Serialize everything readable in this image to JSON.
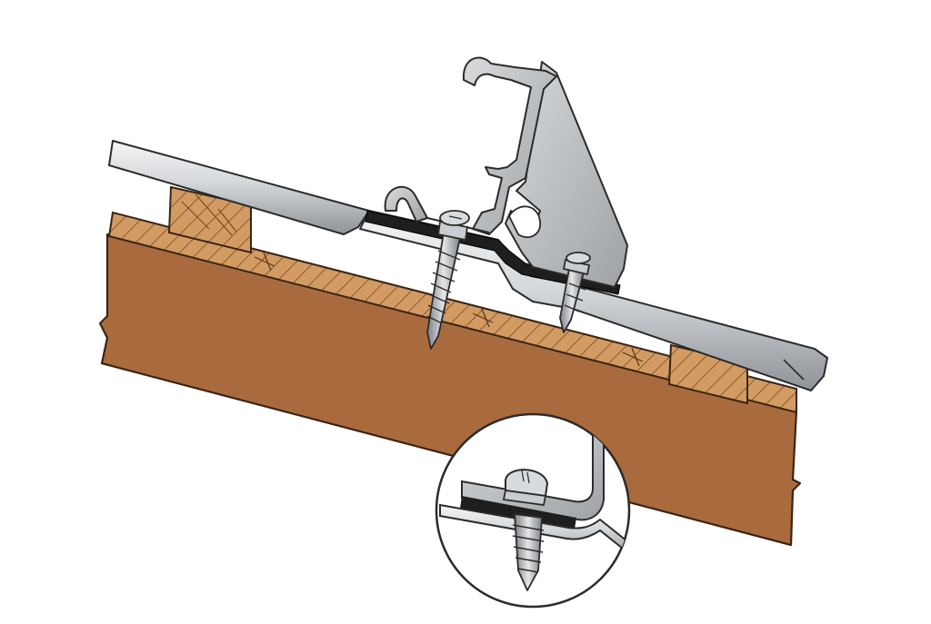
{
  "diagram": {
    "subject": "roof-mounting-bracket-installation",
    "components": [
      {
        "id": "rafter",
        "icon": "rafter-beam-icon"
      },
      {
        "id": "batten-upper",
        "icon": "batten-icon"
      },
      {
        "id": "batten-lower",
        "icon": "batten-icon"
      },
      {
        "id": "decking-board",
        "icon": "hatched-board-icon"
      },
      {
        "id": "metal-roof-sheet",
        "icon": "metal-sheet-icon"
      },
      {
        "id": "mounting-bracket",
        "icon": "c-profile-bracket-icon"
      },
      {
        "id": "sealing-gasket",
        "icon": "rubber-gasket-icon"
      },
      {
        "id": "self-drilling-screw-1",
        "icon": "screw-icon"
      },
      {
        "id": "self-drilling-screw-2",
        "icon": "screw-icon"
      },
      {
        "id": "detail-magnifier",
        "icon": "magnifier-circle-icon"
      }
    ],
    "colors": {
      "rafter": "#a96b3e",
      "rafter_stroke": "#3a2414",
      "wood_light": "#d29b63",
      "hatch": "#7a4a22",
      "metal_light": "#eef0f2",
      "metal_mid": "#b9bdc1",
      "metal_dark": "#8a8e93",
      "gasket": "#1e1e1e",
      "outline": "#2b2b2b"
    }
  }
}
